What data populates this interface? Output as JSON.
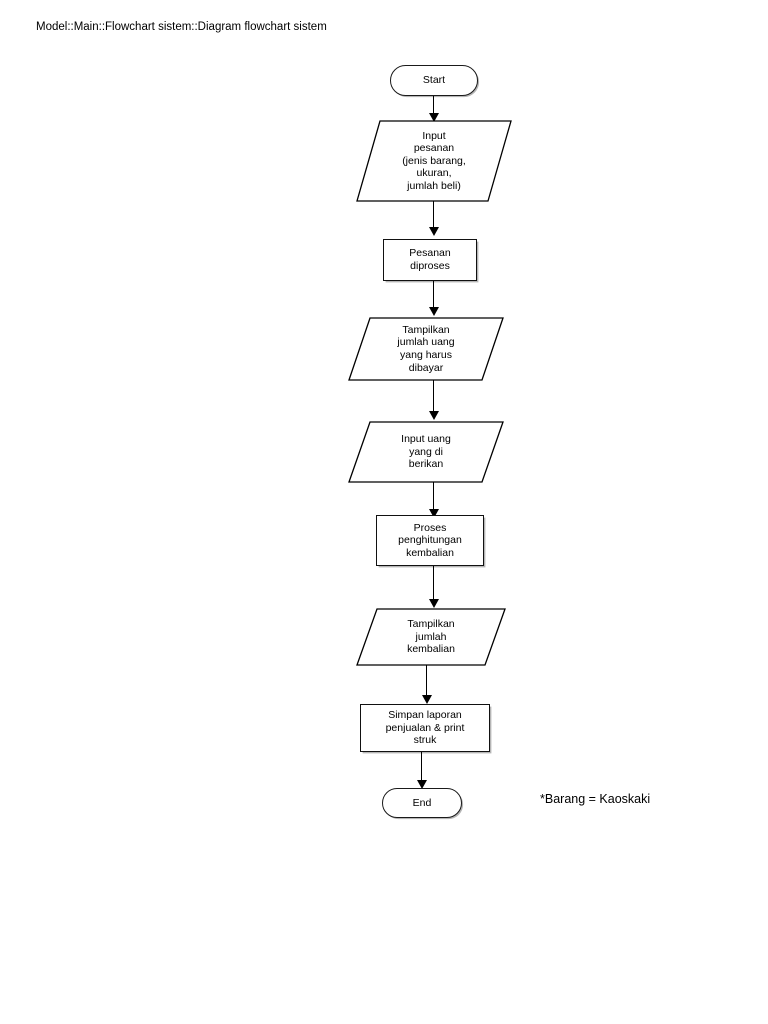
{
  "document": {
    "title": "Model::Main::Flowchart sistem::Diagram flowchart sistem",
    "background_color": "#ffffff",
    "stroke_color": "#000000"
  },
  "chart_data": {
    "type": "diagram",
    "diagram_kind": "flowchart",
    "orientation": "top-to-bottom",
    "title": "Model::Main::Flowchart sistem::Diagram flowchart sistem",
    "nodes": [
      {
        "id": "n1",
        "shape": "terminator",
        "label": "Start"
      },
      {
        "id": "n2",
        "shape": "parallelogram",
        "label": "Input\npesanan\n(jenis barang,\nukuran,\njumlah beli)"
      },
      {
        "id": "n3",
        "shape": "rectangle",
        "label": "Pesanan\ndiproses"
      },
      {
        "id": "n4",
        "shape": "parallelogram",
        "label": "Tampilkan\njumlah uang\nyang harus\ndibayar"
      },
      {
        "id": "n5",
        "shape": "parallelogram",
        "label": "Input uang\nyang di\nberikan"
      },
      {
        "id": "n6",
        "shape": "rectangle",
        "label": "Proses\npenghitungan\nkembalian"
      },
      {
        "id": "n7",
        "shape": "parallelogram",
        "label": "Tampilkan\njumlah\nkembalian"
      },
      {
        "id": "n8",
        "shape": "rectangle",
        "label": "Simpan laporan\npenjualan & print\nstruk"
      },
      {
        "id": "n9",
        "shape": "terminator",
        "label": "End"
      }
    ],
    "edges": [
      {
        "from": "n1",
        "to": "n2",
        "arrow": "down"
      },
      {
        "from": "n2",
        "to": "n3",
        "arrow": "down"
      },
      {
        "from": "n3",
        "to": "n4",
        "arrow": "down"
      },
      {
        "from": "n4",
        "to": "n5",
        "arrow": "down"
      },
      {
        "from": "n5",
        "to": "n6",
        "arrow": "down"
      },
      {
        "from": "n6",
        "to": "n7",
        "arrow": "down"
      },
      {
        "from": "n7",
        "to": "n8",
        "arrow": "down"
      },
      {
        "from": "n8",
        "to": "n9",
        "arrow": "down"
      }
    ],
    "annotations": [
      {
        "id": "note1",
        "text": "*Barang = Kaoskaki"
      }
    ]
  },
  "nodes": {
    "start": {
      "label": "Start"
    },
    "input_pesanan": {
      "lines": [
        "Input",
        "pesanan",
        "(jenis barang,",
        "ukuran,",
        "jumlah beli)"
      ]
    },
    "pesanan_diproses": {
      "lines": [
        "Pesanan",
        "diproses"
      ]
    },
    "tampilkan_uang": {
      "lines": [
        "Tampilkan",
        "jumlah uang",
        "yang harus",
        "dibayar"
      ]
    },
    "input_uang": {
      "lines": [
        "Input uang",
        "yang di",
        "berikan"
      ]
    },
    "proses_penghitungan": {
      "lines": [
        "Proses",
        "penghitungan",
        "kembalian"
      ]
    },
    "tampilkan_kembalian": {
      "lines": [
        "Tampilkan",
        "jumlah",
        "kembalian"
      ]
    },
    "simpan_laporan": {
      "lines": [
        "Simpan laporan",
        "penjualan & print",
        "struk"
      ]
    },
    "end": {
      "label": "End"
    }
  },
  "note": {
    "text": "*Barang = Kaoskaki"
  }
}
